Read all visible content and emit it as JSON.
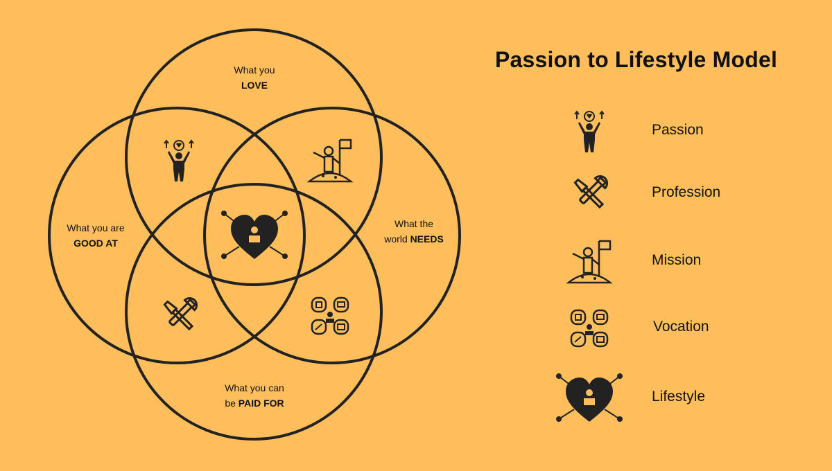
{
  "title": "Passion to Lifestyle Model",
  "venn": {
    "top_label": {
      "line1": "What you",
      "line2": "LOVE"
    },
    "left_label": {
      "line1": "What you are",
      "line2": "GOOD AT"
    },
    "right_label": {
      "line1": "What the",
      "line2a": "world ",
      "line2b": "NEEDS"
    },
    "bottom_label": {
      "line1": "What you can",
      "line2a": "be ",
      "line2b": "PAID FOR"
    }
  },
  "legend": [
    {
      "icon": "passion-icon",
      "label": "Passion"
    },
    {
      "icon": "profession-icon",
      "label": "Profession"
    },
    {
      "icon": "mission-icon",
      "label": "Mission"
    },
    {
      "icon": "vocation-icon",
      "label": "Vocation"
    },
    {
      "icon": "lifestyle-icon",
      "label": "Lifestyle"
    }
  ],
  "colors": {
    "background": "#FFBE5C",
    "ink": "#222222"
  }
}
